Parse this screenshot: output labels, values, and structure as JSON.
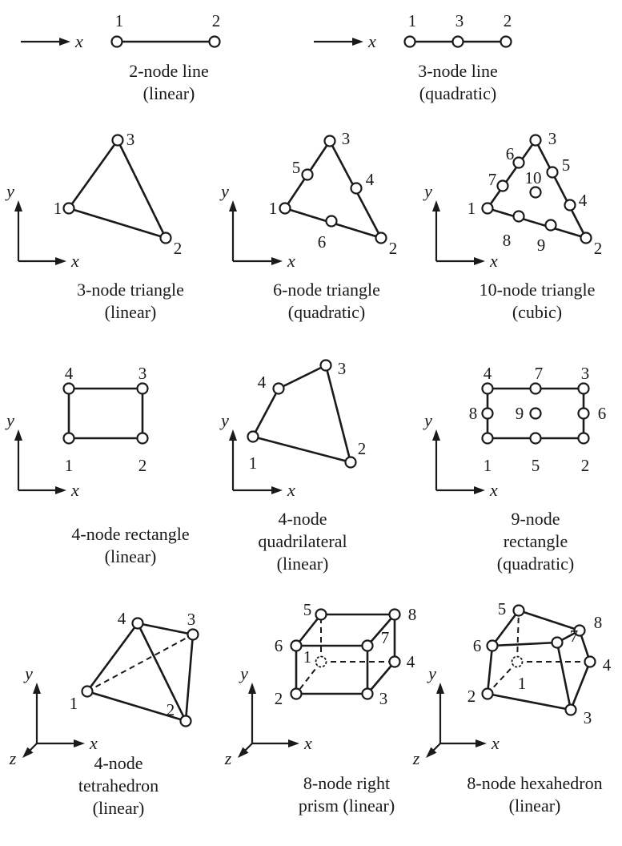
{
  "axis_labels": {
    "x": "x",
    "y": "y",
    "z": "z"
  },
  "elements": [
    {
      "id": "line2",
      "caption": [
        "2-node line",
        "(linear)"
      ],
      "node_labels": [
        "1",
        "2"
      ]
    },
    {
      "id": "line3",
      "caption": [
        "3-node line",
        "(quadratic)"
      ],
      "node_labels": [
        "1",
        "3",
        "2"
      ]
    },
    {
      "id": "tri3",
      "caption": [
        "3-node triangle",
        "(linear)"
      ],
      "node_labels": [
        "1",
        "2",
        "3"
      ]
    },
    {
      "id": "tri6",
      "caption": [
        "6-node triangle",
        "(quadratic)"
      ],
      "node_labels": [
        "1",
        "2",
        "3",
        "4",
        "5",
        "6"
      ]
    },
    {
      "id": "tri10",
      "caption": [
        "10-node triangle",
        "(cubic)"
      ],
      "node_labels": [
        "1",
        "2",
        "3",
        "4",
        "5",
        "6",
        "7",
        "8",
        "9",
        "10"
      ]
    },
    {
      "id": "rect4",
      "caption": [
        "4-node rectangle",
        "(linear)"
      ],
      "node_labels": [
        "1",
        "2",
        "3",
        "4"
      ]
    },
    {
      "id": "quad4",
      "caption": [
        "4-node",
        "quadrilateral",
        "(linear)"
      ],
      "node_labels": [
        "1",
        "2",
        "3",
        "4"
      ]
    },
    {
      "id": "rect9",
      "caption": [
        "9-node",
        "rectangle",
        "(quadratic)"
      ],
      "node_labels": [
        "1",
        "2",
        "3",
        "4",
        "5",
        "6",
        "7",
        "8",
        "9"
      ]
    },
    {
      "id": "tet4",
      "caption": [
        "4-node",
        "tetrahedron",
        "(linear)"
      ],
      "node_labels": [
        "1",
        "2",
        "3",
        "4"
      ]
    },
    {
      "id": "prism8",
      "caption": [
        "8-node right",
        "prism (linear)"
      ],
      "node_labels": [
        "1",
        "2",
        "3",
        "4",
        "5",
        "6",
        "7",
        "8"
      ]
    },
    {
      "id": "hex8",
      "caption": [
        "8-node hexahedron",
        "(linear)"
      ],
      "node_labels": [
        "1",
        "2",
        "3",
        "4",
        "5",
        "6",
        "7",
        "8"
      ]
    }
  ]
}
